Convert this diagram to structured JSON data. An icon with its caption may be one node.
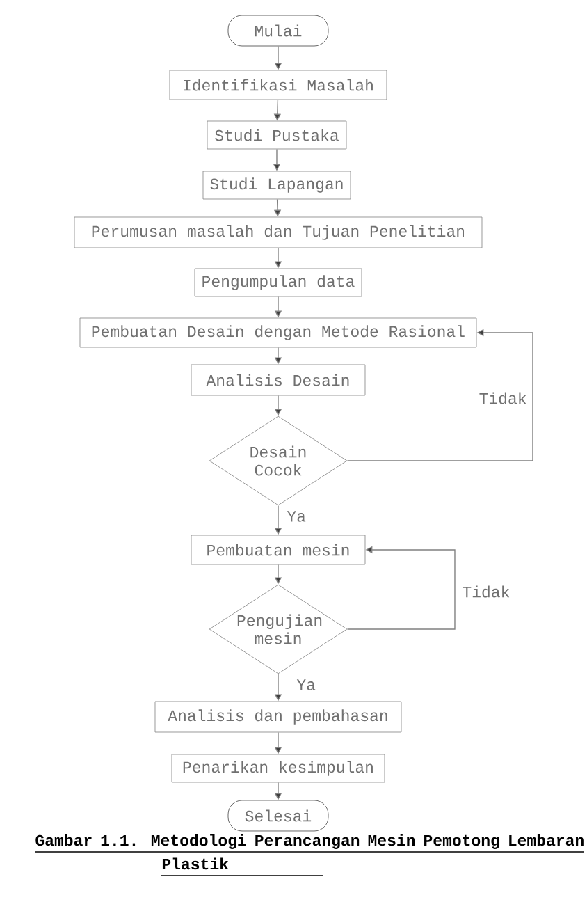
{
  "diagram": {
    "caption": "Gambar 1.1. Metodologi Perancangan Mesin Pemotong Lembaran Plastik",
    "nodes": [
      {
        "text": [
          "Mulai"
        ]
      },
      {
        "text": [
          "Identifikasi Masalah"
        ]
      },
      {
        "text": [
          "Studi Pustaka"
        ]
      },
      {
        "text": [
          "Studi Lapangan"
        ]
      },
      {
        "text": [
          "Perumusan masalah dan Tujuan Penelitian"
        ]
      },
      {
        "text": [
          "Pengumpulan data"
        ]
      },
      {
        "text": [
          "Pembuatan Desain dengan Metode Rasional"
        ]
      },
      {
        "text": [
          "Analisis Desain"
        ]
      },
      {
        "text": [
          "Desain Cocok"
        ]
      },
      {
        "text": [
          "Pembuatan mesin"
        ]
      },
      {
        "text": [
          "Pengujian mesin"
        ]
      },
      {
        "text": [
          "Analisis dan pembahasan"
        ]
      },
      {
        "text": [
          "Penarikan kesimpulan"
        ]
      },
      {
        "text": [
          "Selesai"
        ]
      }
    ],
    "edges": [
      {
        "from": 0,
        "to": 1,
        "arrow": "to"
      },
      {
        "from": 1,
        "to": 2,
        "arrow": "to"
      },
      {
        "from": 2,
        "to": 3,
        "arrow": "to"
      },
      {
        "from": 3,
        "to": 4,
        "arrow": "to"
      },
      {
        "from": 4,
        "to": 5,
        "arrow": "to"
      },
      {
        "from": 5,
        "to": 6,
        "arrow": "to"
      },
      {
        "from": 6,
        "to": 7,
        "arrow": "to"
      },
      {
        "from": 7,
        "to": 8,
        "arrow": "to"
      },
      {
        "from": 8,
        "to": 9,
        "arrow": "to",
        "label": "Ya"
      },
      {
        "from": 8,
        "to": 6,
        "arrow": "to",
        "label": "Tidak"
      },
      {
        "from": 9,
        "to": 10,
        "arrow": "to"
      },
      {
        "from": 10,
        "to": 9,
        "arrow": "to",
        "label": "Tidak"
      },
      {
        "from": 10,
        "to": 11,
        "arrow": "to",
        "label": "Ya"
      },
      {
        "from": 11,
        "to": 12,
        "arrow": "to"
      },
      {
        "from": 12,
        "to": 13,
        "arrow": "to"
      }
    ]
  }
}
